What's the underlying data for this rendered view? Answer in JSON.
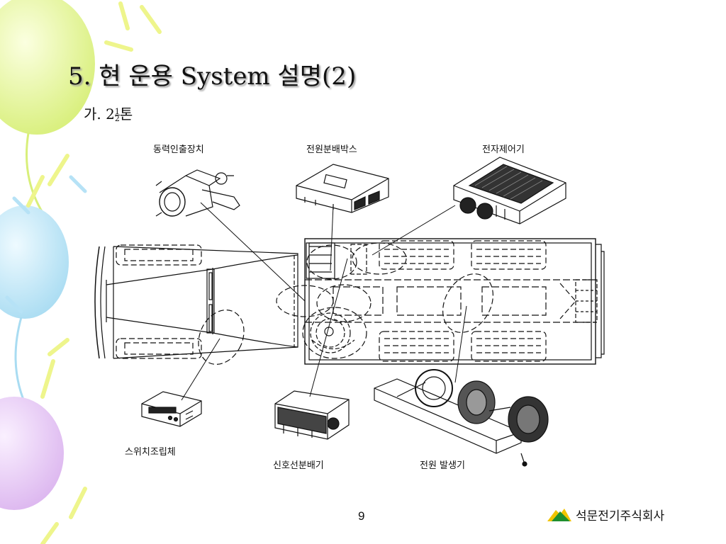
{
  "slide": {
    "title": "5. 현 운용 System 설명(2)",
    "subtitle_prefix": "가. 2",
    "subtitle_frac_num": "1",
    "subtitle_frac_den": "2",
    "subtitle_suffix": "톤",
    "page_number": "9"
  },
  "components": {
    "pto": "동력인출장치",
    "power_box": "전원분배박스",
    "controller": "전자제어기",
    "switch_assembly": "스위치조립체",
    "signal_distributor": "신호선분배기",
    "generator": "전원 발생기"
  },
  "footer": {
    "company": "석문전기주식회사"
  },
  "colors": {
    "balloon_yellow": "#e8f59a",
    "balloon_blue": "#bfe6f6",
    "balloon_purple": "#e6c8f2",
    "logo_green": "#1f8f2f",
    "logo_yellow": "#f2c400"
  }
}
